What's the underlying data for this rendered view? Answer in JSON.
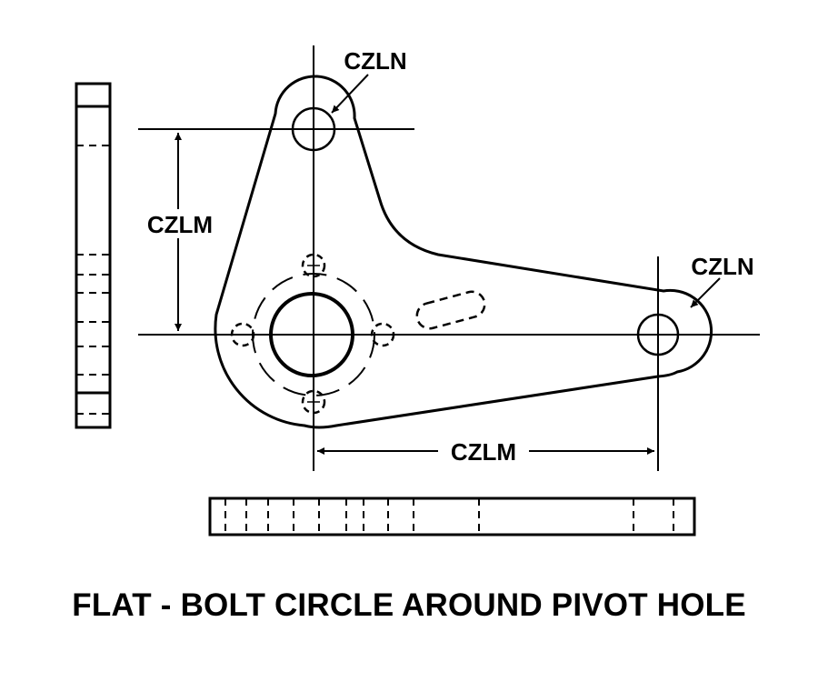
{
  "diagram": {
    "caption": "FLAT - BOLT CIRCLE AROUND PIVOT HOLE",
    "labels": {
      "top_hole_callout": "CZLN",
      "right_hole_callout": "CZLN",
      "vertical_dimension": "CZLM",
      "horizontal_dimension": "CZLM"
    }
  }
}
